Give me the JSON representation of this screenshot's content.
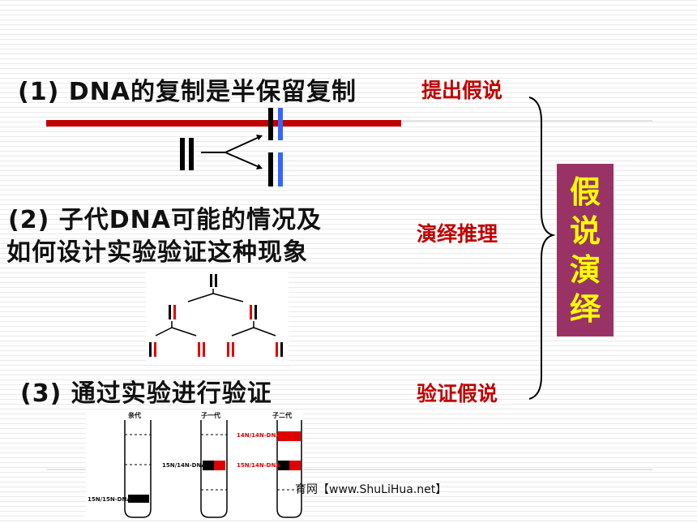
{
  "slide": {
    "item1": "(1) DNA的复制是半保留复制",
    "item2_line1": "(2) 子代DNA可能的情况及",
    "item2_line2": "如何设计实验验证这种现象",
    "item3": "(3) 通过实验进行验证",
    "label_propose": "提出假说",
    "label_deduce": "演绎推理",
    "label_verify": "验证假说",
    "vertical_box": [
      "假",
      "说",
      "演",
      "绎"
    ],
    "footer_text": "育网【www.ShuLiHua.net】"
  },
  "colors": {
    "accent_red": "#c00000",
    "box_purple": "#993366",
    "box_text_yellow": "#ffff00",
    "strand_blue": "#3366ff"
  },
  "experiment_figure": {
    "columns": [
      "亲代",
      "子一代",
      "子二代"
    ],
    "band_labels": [
      "15N/15N-DNA",
      "15N/14N-DNA",
      "14N/14N-DNA",
      "15N/14N-DNA"
    ]
  }
}
